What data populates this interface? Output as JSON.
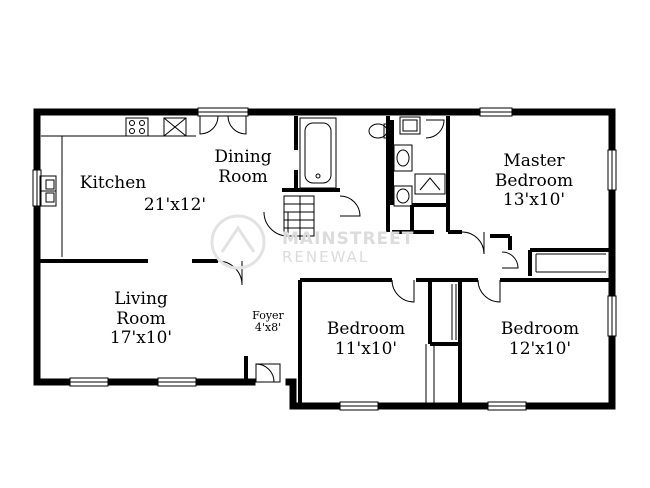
{
  "rooms": {
    "kitchen": {
      "name": "Kitchen"
    },
    "dining": {
      "name_line1": "Dining",
      "name_line2": "Room"
    },
    "kitchen_dining_size": "21'x12'",
    "master": {
      "name_line1": "Master",
      "name_line2": "Bedroom",
      "size": "13'x10'"
    },
    "living": {
      "name_line1": "Living",
      "name_line2": "Room",
      "size": "17'x10'"
    },
    "foyer": {
      "name": "Foyer",
      "size": "4'x8'"
    },
    "bedroom_mid": {
      "name": "Bedroom",
      "size": "11'x10'"
    },
    "bedroom_right": {
      "name": "Bedroom",
      "size": "12'x10'"
    }
  },
  "watermark": {
    "line1": "MAINSTREET",
    "line2": "RENEWAL"
  }
}
